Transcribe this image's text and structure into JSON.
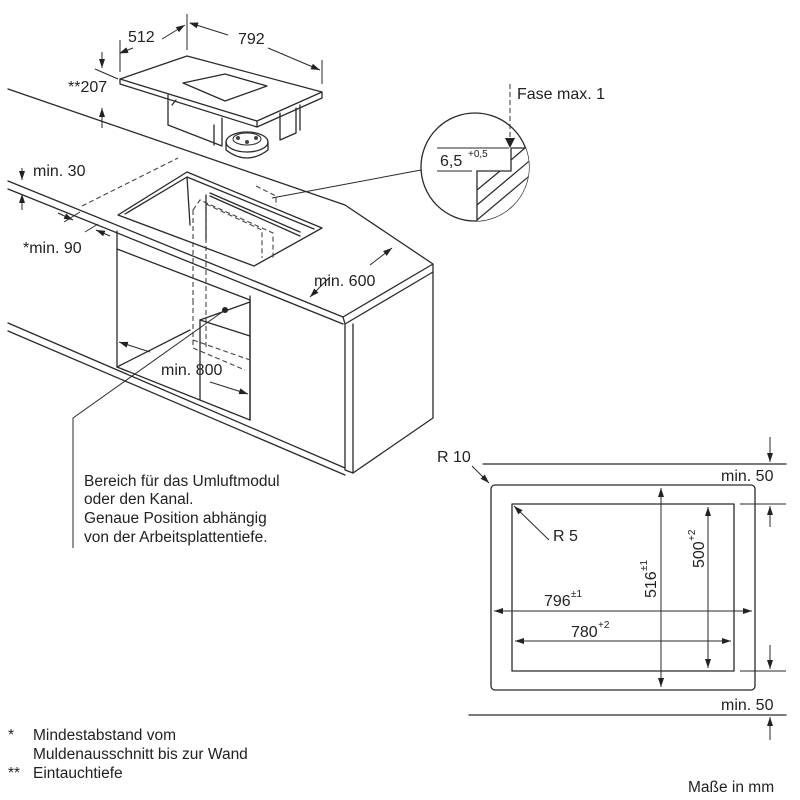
{
  "cooktop": {
    "depth": "512",
    "width": "792",
    "immersion_depth": "**207"
  },
  "detail": {
    "chamfer_label": "Fase max. 1",
    "step_value": "6,5",
    "step_tolerance": "+0,5"
  },
  "cabinet": {
    "min_30": "min. 30",
    "min_90": "*min. 90",
    "min_600": "min. 600",
    "min_800": "min. 800"
  },
  "area_note": {
    "lines": [
      "Bereich für das Umluftmodul",
      "oder den Kanal.",
      "Genaue Position abhängig",
      "von der Arbeitsplattentiefe."
    ]
  },
  "cutout": {
    "outer_radius": "R 10",
    "inner_radius": "R 5",
    "outer_width": "796",
    "outer_width_tol": "±1",
    "inner_width": "780",
    "inner_width_tol": "+2",
    "outer_depth": "516",
    "outer_depth_tol": "±1",
    "inner_depth": "500",
    "inner_depth_tol": "+2",
    "min_top": "min. 50",
    "min_bottom": "min. 50"
  },
  "footnotes": {
    "star1_symbol": "*",
    "star1_line1": "Mindestabstand vom",
    "star1_line2": "Muldenausschnitt bis zur Wand",
    "star2_symbol": "**",
    "star2_text": "Eintauchtiefe"
  },
  "units_label": "Maße in mm"
}
